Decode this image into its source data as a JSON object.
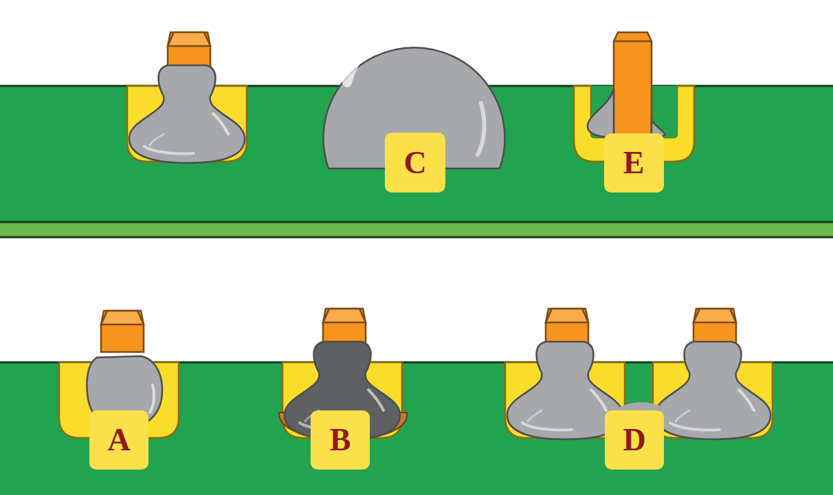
{
  "diagram": {
    "labels": [
      "C",
      "E",
      "A",
      "B",
      "D"
    ]
  }
}
